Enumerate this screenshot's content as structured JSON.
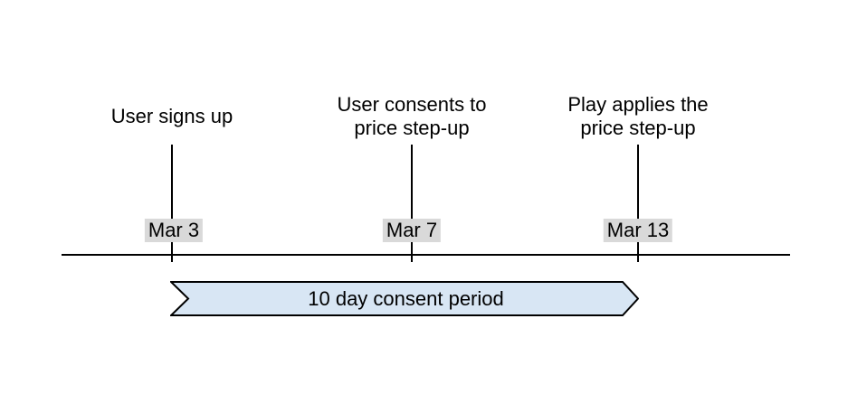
{
  "diagram": {
    "milestones": [
      {
        "label": "User signs up",
        "date": "Mar 3"
      },
      {
        "label": "User consents to\nprice step-up",
        "date": "Mar 7"
      },
      {
        "label": "Play applies the\nprice step-up",
        "date": "Mar 13"
      }
    ],
    "banner": {
      "label": "10 day consent period"
    },
    "colors": {
      "banner_fill": "#d8e6f4",
      "banner_stroke": "#000000",
      "date_bg": "#d9d9d9",
      "line_color": "#000000",
      "text_color": "#000000"
    }
  }
}
